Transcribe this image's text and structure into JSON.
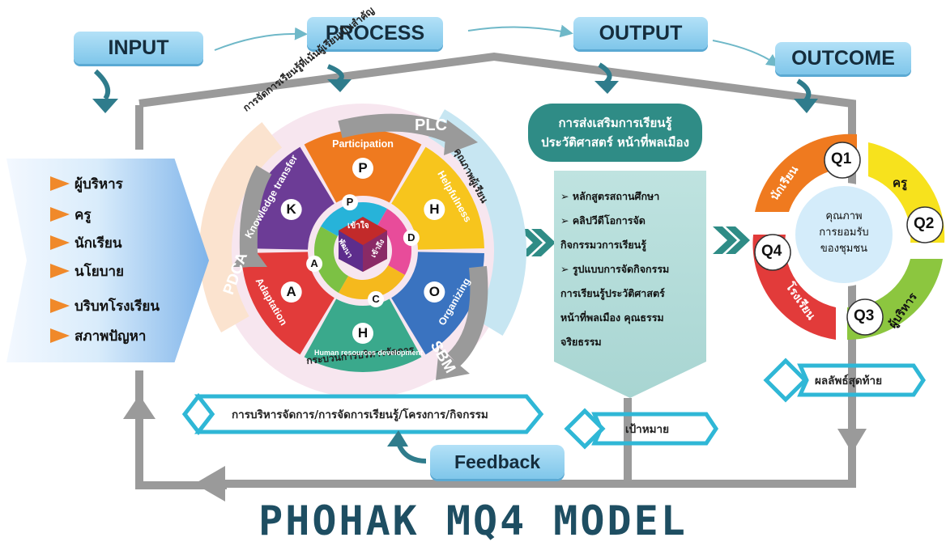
{
  "stages": {
    "input": "INPUT",
    "process": "PROCESS",
    "output": "OUTPUT",
    "outcome": "OUTCOME"
  },
  "inputs": [
    "ผู้บริหาร",
    "ครู",
    "นักเรียน",
    "นโยบาย",
    "บริบทโรงเรียน",
    "สภาพปัญหา"
  ],
  "wheel": {
    "segments": [
      {
        "letter": "P",
        "label": "Participation",
        "color": "#ef7a1f"
      },
      {
        "letter": "H",
        "label": "Helpfulness",
        "color": "#f7c51d"
      },
      {
        "letter": "O",
        "label": "Organizing",
        "color": "#3a73c0"
      },
      {
        "letter": "H",
        "label": "Human resources development",
        "color": "#3aa98c"
      },
      {
        "letter": "A",
        "label": "Adaptation",
        "color": "#e23b3a"
      },
      {
        "letter": "K",
        "label": "Knowledge transfer",
        "color": "#6c3c96"
      }
    ],
    "inner": [
      {
        "letter": "P",
        "color": "#27b3d9"
      },
      {
        "letter": "D",
        "color": "#e84c9a"
      },
      {
        "letter": "C",
        "color": "#f5b91d"
      },
      {
        "letter": "A",
        "color": "#7cc144"
      }
    ],
    "core": [
      "เข้าใจ",
      "เข้าถึง",
      "พัฒนา"
    ],
    "ring_top": "การจัดการเรียนรู้ที่เน้นผู้เรียนเป็นสำคัญ",
    "ring_right": "คุณภาพผู้เรียน",
    "ring_bottom": "กระบวนการบริหารจัดการ",
    "arrow_plc": "PLC",
    "arrow_pdca": "PDCA",
    "arrow_sbm": "SBM"
  },
  "process_banner": "การบริหารจัดการ/การจัดการเรียนรู้/โครงการ/กิจกรรม",
  "output": {
    "title_line1": "การส่งเสริมการเรียนรู้",
    "title_line2": "ประวัติศาสตร์ หน้าที่พลเมือง",
    "lines": [
      "➢  หลักสูตรสถานศึกษา",
      "➢  คลิปวีดีโอการจัด",
      "กิจกรรมวการเรียนรู้",
      "➢  รูปแบบการจัดกิจกรรม",
      "การเรียนรู้ประวัติศาสตร์",
      "หน้าที่พลเมือง คุณธรรม",
      "จริยธรรม"
    ],
    "banner": "เป้าหมาย"
  },
  "outcome": {
    "center": [
      "คุณภาพ",
      "การยอมรับ",
      "ของชุมชน"
    ],
    "quadrants": [
      {
        "q": "Q1",
        "label": "นักเรียน",
        "color": "#ef7a1f"
      },
      {
        "q": "Q2",
        "label": "ครู",
        "color": "#f7e21d"
      },
      {
        "q": "Q3",
        "label": "ผู้บริหาร",
        "color": "#8cc63f"
      },
      {
        "q": "Q4",
        "label": "โรงเรียน",
        "color": "#e23b3a"
      }
    ],
    "banner": "ผลลัพธ์สุดท้าย"
  },
  "feedback": "Feedback",
  "model_title": "PHOHAK   MQ4   MODEL"
}
